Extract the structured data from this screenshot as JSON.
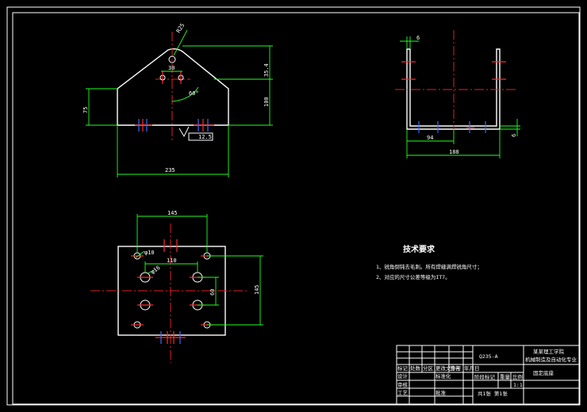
{
  "colors": {
    "background": "#000000",
    "outline": "#ffffff",
    "center_line": "#e02020",
    "dimension": "#22ff22",
    "marker_blue": "#3a6bff"
  },
  "front_view": {
    "dim_radius": "R25",
    "dim_hole_spacing": "30",
    "dim_angle": "60°",
    "dim_left_height": "75",
    "dim_height": "100",
    "dim_top": "35.4",
    "dim_width": "235",
    "surface_finish": "12.5"
  },
  "side_view": {
    "dim_thickness_top": "6",
    "dim_inner": "94",
    "dim_total": "188",
    "dim_thickness_bottom": "6"
  },
  "top_view": {
    "dim_outer_spacing": "145",
    "dim_inner_spacing": "110",
    "dim_small_hole": "φ10",
    "dim_large_hole": "φ16",
    "dim_vertical_spacing": "145",
    "dim_inner_vertical": "60"
  },
  "technical_requirements": {
    "title": "技术要求",
    "items": [
      "1、锐角倒钝去毛刺。所有焊缝满焊锐角尺寸；",
      "2、对应的尺寸公差等级为IT7。"
    ]
  },
  "title_block": {
    "material": "Q235-A",
    "organization_line1": "某某理工学院",
    "organization_line2": "机械制造及自动化专业",
    "part_name": "固定底座",
    "scale": "1:1",
    "sheet": "共1张 第1张",
    "labels": {
      "marks": "标记",
      "count": "处数",
      "zone": "分区",
      "change_doc": "更改文件号",
      "sign": "签名",
      "date": "年月日",
      "design": "设计",
      "standardize": "标准化",
      "review": "审核",
      "process": "工艺",
      "approve": "批准",
      "stage_mark": "阶段标记",
      "weight": "重量",
      "ratio": "比例"
    }
  }
}
